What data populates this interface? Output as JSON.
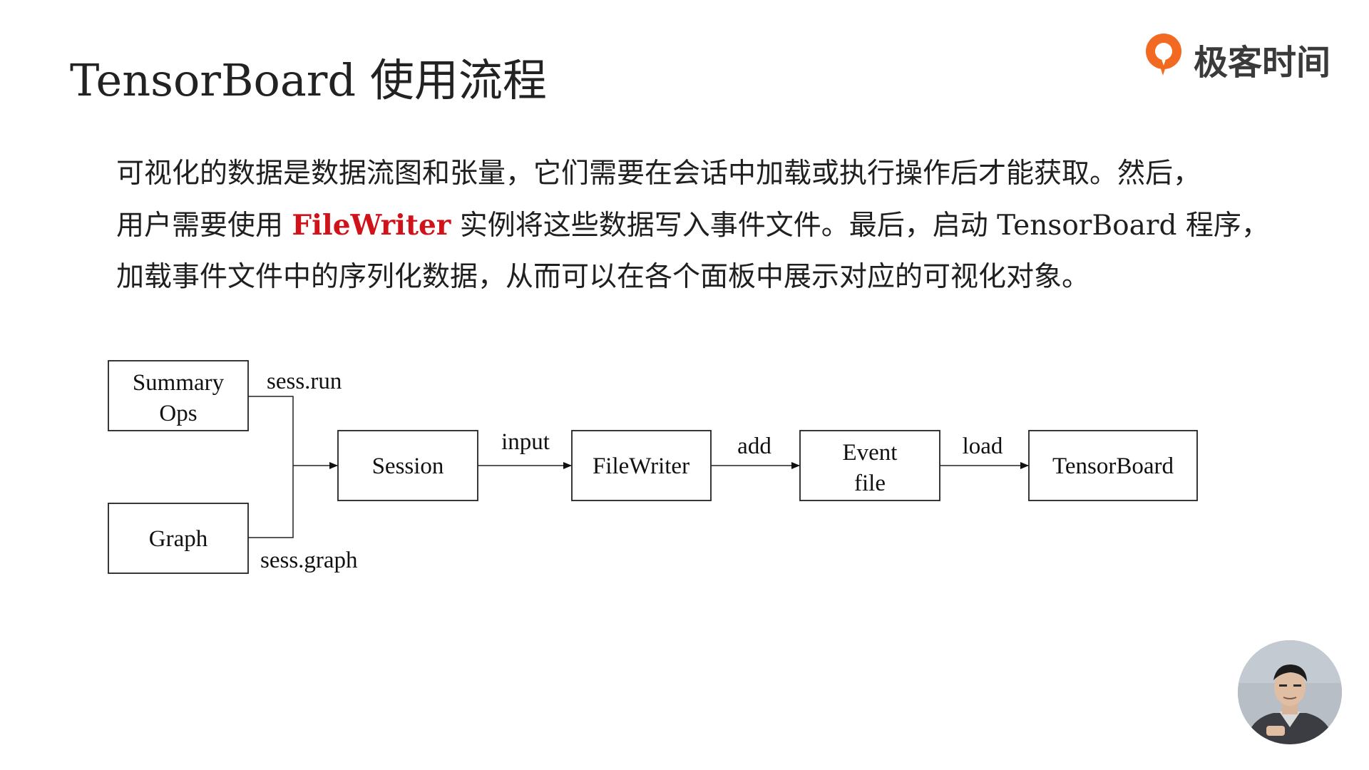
{
  "title": "TensorBoard 使用流程",
  "logo": {
    "text": "极客时间",
    "brand_color": "#f26a21"
  },
  "paragraph": {
    "line1": "可视化的数据是数据流图和张量，它们需要在会话中加载或执行操作后才能获取。然后，",
    "line2_pre": "用户需要使用 ",
    "line2_highlight": "FileWriter",
    "line2_mid": " 实例将这些数据写入事件文件。最后，启动 ",
    "line2_serif": "TensorBoard",
    "line2_post": " 程序，",
    "line3": "加载事件文件中的序列化数据，从而可以在各个面板中展示对应的可视化对象。",
    "highlight_color": "#d0121b"
  },
  "diagram": {
    "nodes": {
      "summary_ops_line1": "Summary",
      "summary_ops_line2": "Ops",
      "graph": "Graph",
      "session": "Session",
      "filewriter": "FileWriter",
      "event_file_line1": "Event",
      "event_file_line2": "file",
      "tensorboard": "TensorBoard"
    },
    "edges": {
      "sess_run": "sess.run",
      "sess_graph": "sess.graph",
      "input": "input",
      "add": "add",
      "load": "load"
    }
  },
  "presenter": {
    "avatar_icon": "presenter-avatar-icon"
  }
}
